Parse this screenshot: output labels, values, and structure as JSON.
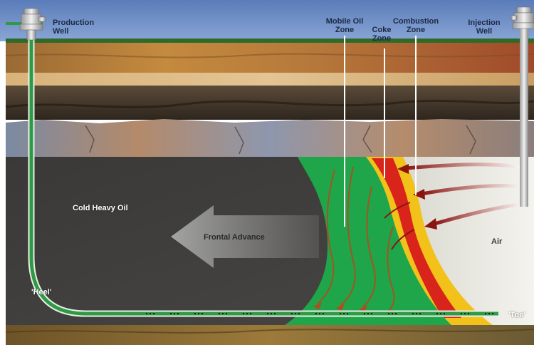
{
  "labels": {
    "production_well": [
      "Production",
      "Well"
    ],
    "injection_well": [
      "Injection",
      "Well"
    ],
    "mobile_oil_zone": [
      "Mobile Oil",
      "Zone"
    ],
    "coke_zone": [
      "Coke",
      "Zone"
    ],
    "combustion_zone": [
      "Combustion",
      "Zone"
    ],
    "cold_heavy_oil": "Cold Heavy Oil",
    "frontal_advance": "Frontal Advance",
    "air": "Air",
    "heel": "'Heel'",
    "toe": "'Toe'"
  },
  "colors": {
    "sky": "#6f8fc6",
    "mobile_oil_green": "#1fa64a",
    "combustion_red": "#d8241a",
    "combustion_yellow": "#f2c21a",
    "air_zone": "#e8e7e0",
    "heavy_oil": "#3c3c3a",
    "well_pipe": "#2e9a45"
  }
}
